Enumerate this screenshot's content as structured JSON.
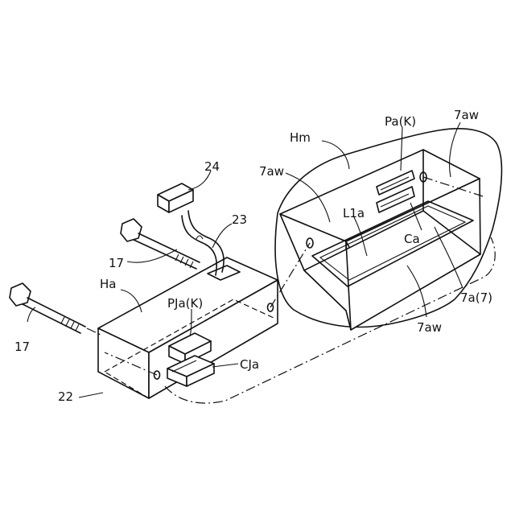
{
  "labels": {
    "pa_k": "Pa(K)",
    "aw_top_right": "7aw",
    "hm": "Hm",
    "aw_left": "7aw",
    "ref_24": "24",
    "l1a": "L1a",
    "ca": "Ca",
    "ref_23": "23",
    "ref_17_upper": "17",
    "ha": "Ha",
    "a7": "7a(7)",
    "pja_k": "PJa(K)",
    "aw_bottom": "7aw",
    "ref_17_lower": "17",
    "cja": "CJa",
    "ref_22": "22"
  }
}
